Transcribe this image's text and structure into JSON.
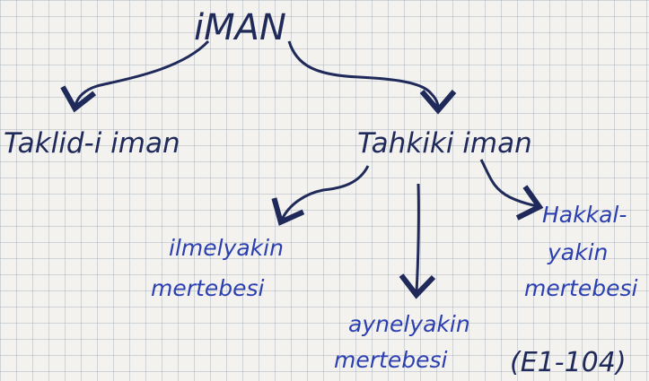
{
  "diagram": {
    "root": "iMAN",
    "left_branch": "Taklid-i iman",
    "right_branch": "Tahkiki iman",
    "children": [
      {
        "line1": "ilmelyakin",
        "line2": "mertebesi"
      },
      {
        "line1": "aynelyakin",
        "line2": "mertebesi"
      },
      {
        "line1": "Hakkal-",
        "line2": "yakin",
        "line3": "mertebesi"
      }
    ],
    "reference": "(E1-104)"
  },
  "colors": {
    "paper": "#f3f2ee",
    "grid": "#969faf",
    "ink_dark": "#1f2a5a",
    "ink_blue": "#2b3fb0"
  }
}
